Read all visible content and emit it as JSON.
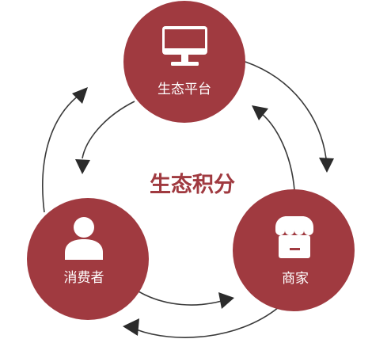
{
  "center_title": "生态积分",
  "nodes": {
    "platform": {
      "label": "生态平台",
      "icon": "monitor-icon"
    },
    "consumer": {
      "label": "消费者",
      "icon": "user-icon"
    },
    "merchant": {
      "label": "商家",
      "icon": "store-icon"
    }
  },
  "colors": {
    "node_fill": "#a03a40",
    "title": "#a03a40",
    "arrow": "#2b2b2b"
  }
}
